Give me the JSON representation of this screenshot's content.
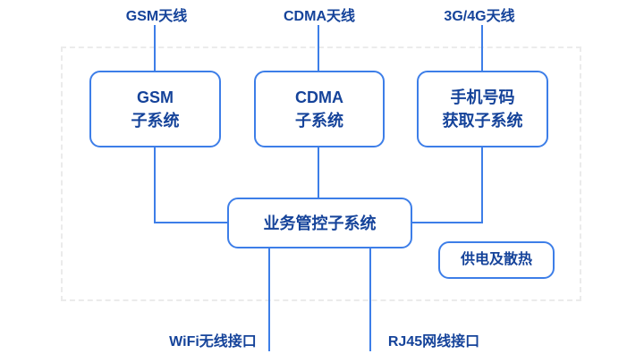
{
  "diagram": {
    "antennas": [
      {
        "label": "GSM天线"
      },
      {
        "label": "CDMA天线"
      },
      {
        "label": "3G/4G天线"
      }
    ],
    "subsystems": [
      {
        "line1": "GSM",
        "line2": "子系统"
      },
      {
        "line1": "CDMA",
        "line2": "子系统"
      },
      {
        "line1": "手机号码",
        "line2": "获取子系统"
      }
    ],
    "control_box": {
      "label": "业务管控子系统"
    },
    "power_box": {
      "label": "供电及散热"
    },
    "interfaces": [
      {
        "label": "WiFi无线接口"
      },
      {
        "label": "RJ45网线接口"
      }
    ],
    "colors": {
      "box_border": "#3d7ee8",
      "connector_line": "#3d7ee8",
      "text": "#15439a",
      "boundary_dash": "#ebebeb",
      "background": "#ffffff"
    }
  }
}
